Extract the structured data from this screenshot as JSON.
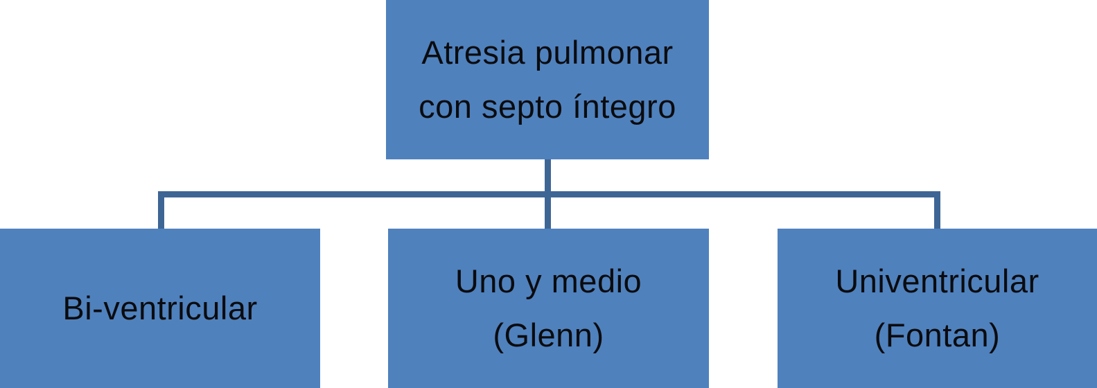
{
  "colors": {
    "background": "#FFFFFF",
    "node_fill": "#4F81BD",
    "connector": "#3E6695",
    "node_text": "#0B0B0E"
  },
  "root_node": {
    "line1": "Atresia pulmonar",
    "line2": "con septo íntegro"
  },
  "child_nodes": [
    {
      "label": "Bi-ventricular"
    },
    {
      "line1": "Uno y medio",
      "line2": "(Glenn)"
    },
    {
      "line1": "Univentricular",
      "line2": "(Fontan)"
    }
  ]
}
